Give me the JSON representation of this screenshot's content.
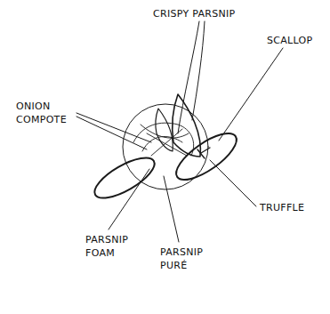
{
  "diagram": {
    "labels": [
      "CRISPY PARSNIP",
      "SCALLOP",
      "ONION COMPOTE",
      "TRUFFLE",
      "PARSNIP FOAM",
      "PARSNIP PURÉ"
    ]
  }
}
